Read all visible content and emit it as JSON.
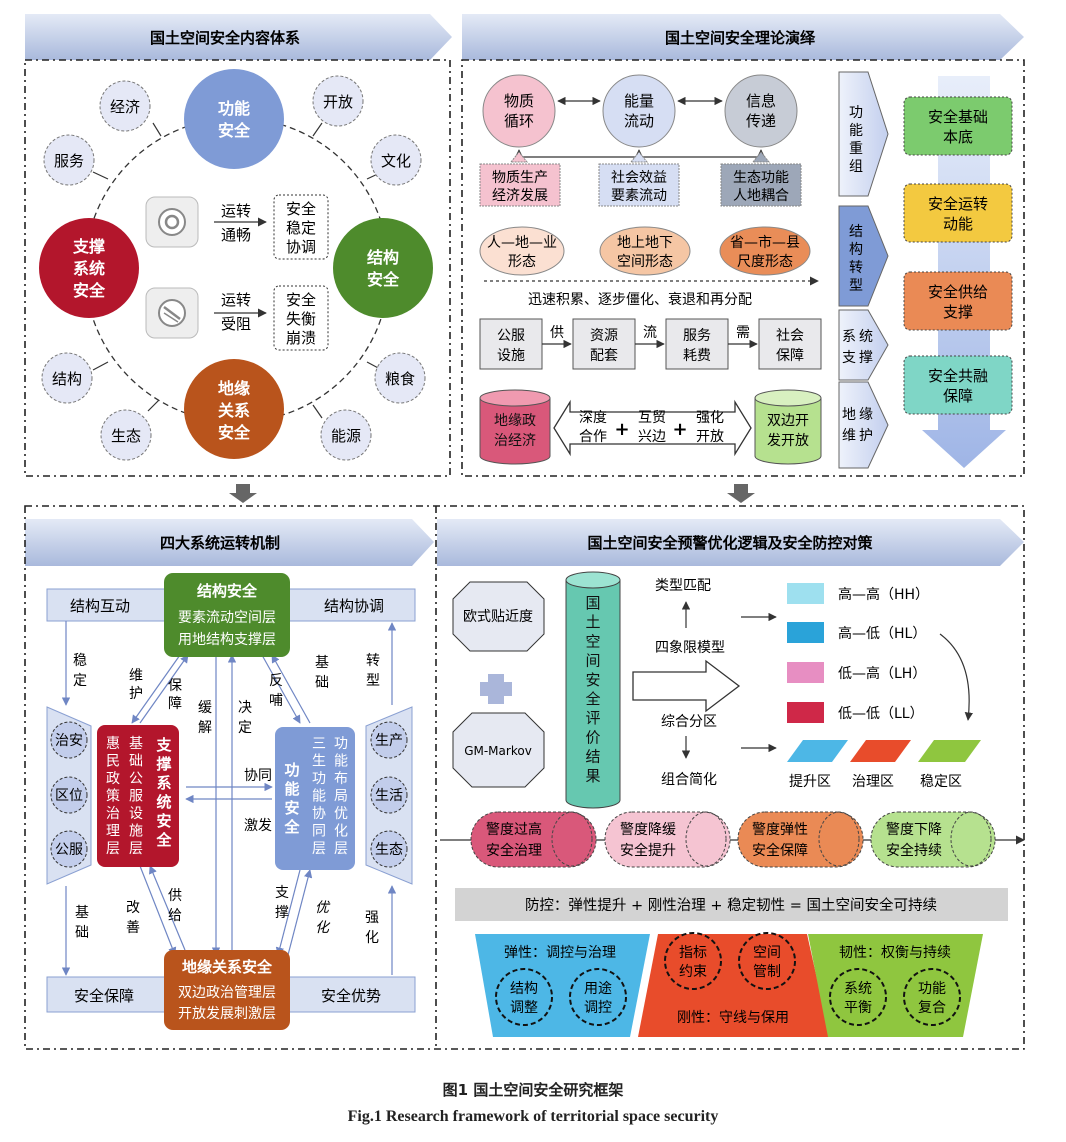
{
  "panels": {
    "p1": "国土空间安全内容体系",
    "p2": "国土空间安全理论演绎",
    "p3": "四大系统运转机制",
    "p4": "国土空间安全预警优化逻辑及安全防控对策"
  },
  "p1": {
    "big": {
      "func": [
        "功能",
        "安全"
      ],
      "struct": [
        "结构",
        "安全"
      ],
      "support": [
        "支撑",
        "系统",
        "安全"
      ],
      "geo": [
        "地缘",
        "关系",
        "安全"
      ]
    },
    "small": [
      "经济",
      "开放",
      "服务",
      "文化",
      "结构",
      "粮食",
      "生态",
      "能源"
    ],
    "run1": [
      "运转",
      "通畅"
    ],
    "res1": [
      "安全",
      "稳定",
      "协调"
    ],
    "run2": [
      "运转",
      "受阻"
    ],
    "res2": [
      "安全",
      "失衡",
      "崩溃"
    ]
  },
  "p2": {
    "cycles": [
      [
        "物质",
        "循环"
      ],
      [
        "能量",
        "流动"
      ],
      [
        "信息",
        "传递"
      ]
    ],
    "bases": [
      [
        "物质生产",
        "经济发展"
      ],
      [
        "社会效益",
        "要素流动"
      ],
      [
        "生态功能",
        "人地耦合"
      ]
    ],
    "forms": [
      [
        "人—地—业",
        "形态"
      ],
      [
        "地上地下",
        "空间形态"
      ],
      [
        "省—市—县",
        "尺度形态"
      ]
    ],
    "process": "迅速积累、逐步僵化、衰退和再分配",
    "chain": [
      [
        "公服",
        "设施"
      ],
      [
        "资源",
        "配套"
      ],
      [
        "服务",
        "耗费"
      ],
      [
        "社会",
        "保障"
      ]
    ],
    "chain_links": [
      "供",
      "流",
      "需"
    ],
    "geo_left": [
      "地缘政",
      "治经济"
    ],
    "geo_mid": [
      [
        "深度",
        "合作"
      ],
      [
        "互贸",
        "兴边"
      ],
      [
        "强化",
        "开放"
      ]
    ],
    "plus": "+",
    "geo_right": [
      "双边开",
      "发开放"
    ],
    "chevrons": [
      [
        "功",
        "能",
        "重",
        "组"
      ],
      [
        "结",
        "构",
        "转",
        "型"
      ],
      [
        "系",
        "统",
        "支",
        "撑"
      ],
      [
        "地",
        "缘",
        "维",
        "护"
      ]
    ],
    "results": [
      [
        "安全基础",
        "本底"
      ],
      [
        "安全运转",
        "动能"
      ],
      [
        "安全供给",
        "支撑"
      ],
      [
        "安全共融",
        "保障"
      ]
    ]
  },
  "p3": {
    "top_left": "结构互动",
    "top_right": "结构协调",
    "bottom_left": "安全保障",
    "bottom_right": "安全优势",
    "struct_title": "结构安全",
    "struct_lines": [
      "要素流动空间层",
      "用地结构支撑层"
    ],
    "geo_title": "地缘关系安全",
    "geo_lines": [
      "双边政治管理层",
      "开放发展刺激层"
    ],
    "support_title": [
      "支",
      "撑",
      "系",
      "统",
      "安",
      "全"
    ],
    "support_cols": [
      [
        "基",
        "础",
        "公",
        "服",
        "设",
        "施",
        "层"
      ],
      [
        "惠",
        "民",
        "政",
        "策",
        "治",
        "理",
        "层"
      ]
    ],
    "func_title": [
      "功",
      "能",
      "安",
      "全"
    ],
    "func_cols": [
      [
        "功",
        "能",
        "布",
        "局",
        "优",
        "化",
        "层"
      ],
      [
        "三",
        "生",
        "功",
        "能",
        "协",
        "同",
        "层"
      ]
    ],
    "left_pillar": [
      "治安",
      "区位",
      "公服"
    ],
    "right_pillar": [
      "生产",
      "生活",
      "生态"
    ],
    "labels": {
      "wending": [
        "稳",
        "定"
      ],
      "zhuanxing": [
        "转",
        "型"
      ],
      "jichu_l": [
        "基",
        "础"
      ],
      "qianghua": [
        "强",
        "化"
      ],
      "weihu": [
        "维",
        "护"
      ],
      "baozhang": [
        "保",
        "障"
      ],
      "huanjie": [
        "缓",
        "解"
      ],
      "jueding": [
        "决",
        "定"
      ],
      "fanbu": [
        "反",
        "哺"
      ],
      "jichu_r": [
        "基",
        "础"
      ],
      "xietong": "协同",
      "jifa": "激发",
      "gaishan": [
        "改",
        "善"
      ],
      "gongji": [
        "供",
        "给"
      ],
      "zhicheng": [
        "支",
        "撑"
      ],
      "youhua": [
        "优",
        "化"
      ]
    }
  },
  "p4": {
    "ou": "欧式贴近度",
    "gm": "GM-Markov",
    "cyl": [
      "国",
      "土",
      "空",
      "间",
      "安",
      "全",
      "评",
      "价",
      "结",
      "果"
    ],
    "type_match": "类型匹配",
    "quad_model": "四象限模型",
    "zone": "综合分区",
    "simplify": "组合简化",
    "legend": [
      "高—高（HH）",
      "高—低（HL）",
      "低—高（LH）",
      "低—低（LL）"
    ],
    "zones": [
      "提升区",
      "治理区",
      "稳定区"
    ],
    "pills": [
      [
        "警度过高",
        "安全治理"
      ],
      [
        "警度降缓",
        "安全提升"
      ],
      [
        "警度弹性",
        "安全保障"
      ],
      [
        "警度下降",
        "安全持续"
      ]
    ],
    "formula": "防控：弹性提升 + 刚性治理 + 稳定韧性 = 国土空间安全可持续",
    "elastic_title": "弹性：调控与治理",
    "elastic_items": [
      [
        "结构",
        "调整"
      ],
      [
        "用途",
        "调控"
      ]
    ],
    "rigid_items": [
      [
        "指标",
        "约束"
      ],
      [
        "空间",
        "管制"
      ]
    ],
    "rigid_title": "刚性：守线与保用",
    "tough_title": "韧性：权衡与持续",
    "tough_items": [
      [
        "系统",
        "平衡"
      ],
      [
        "功能",
        "复合"
      ]
    ]
  },
  "caption": {
    "cn": "图1    国土空间安全研究框架",
    "en": "Fig.1    Research framework of territorial space security"
  },
  "colors": {
    "banner": "#c6d2ea",
    "func_blue": "#7f9bd6",
    "struct_green": "#4e8b2c",
    "support_red": "#b3162c",
    "geo_orange": "#b9541c",
    "pill_pink": "#d9587a",
    "trap_blue": "#4db7e6",
    "trap_red": "#e84c2b",
    "trap_green": "#8fc63f"
  }
}
